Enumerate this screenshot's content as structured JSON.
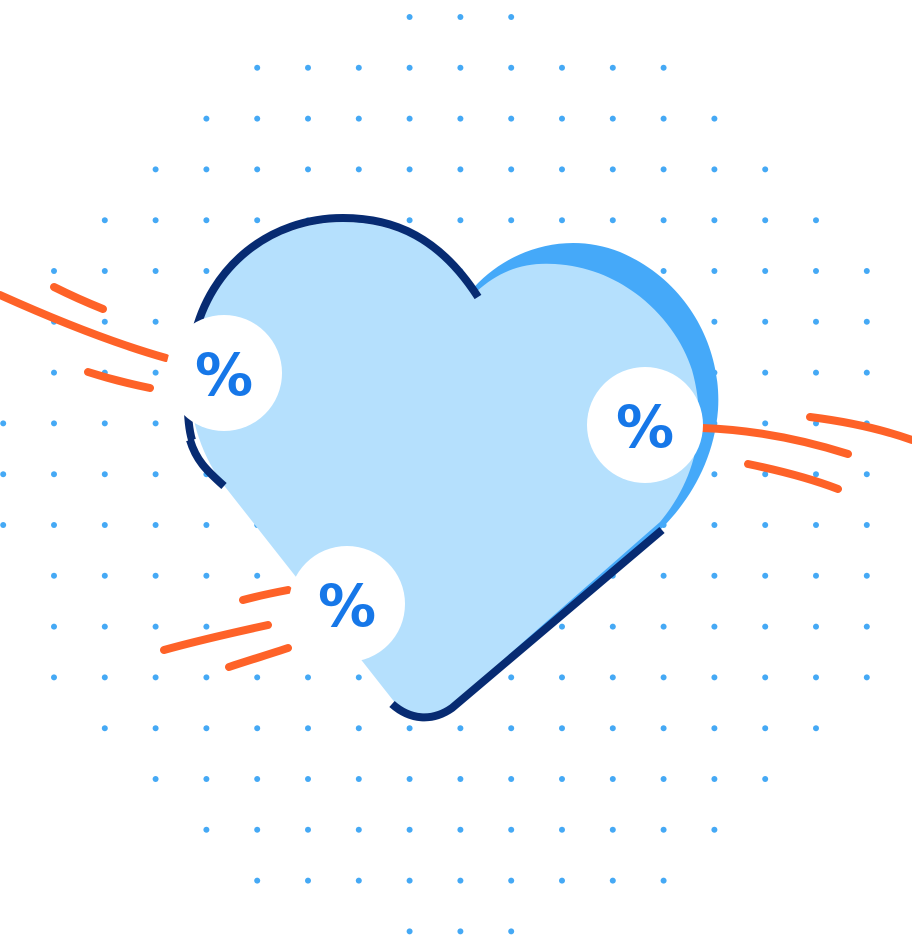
{
  "colors": {
    "background": "#ffffff",
    "dot": "#45a9f5",
    "heart_fill": "#b5e0fd",
    "heart_shadow": "#45a9f9",
    "heart_outline": "#072b72",
    "badge_fill": "#ffffff",
    "badge_text": "#1677e8",
    "motion_lines": "#fe6228"
  },
  "icons": {
    "main": "heart-icon",
    "badges": "percent-icon",
    "decoration": "motion-lines"
  },
  "badges": [
    {
      "id": "left",
      "label": "%"
    },
    {
      "id": "right",
      "label": "%"
    },
    {
      "id": "bottom",
      "label": "%"
    }
  ]
}
